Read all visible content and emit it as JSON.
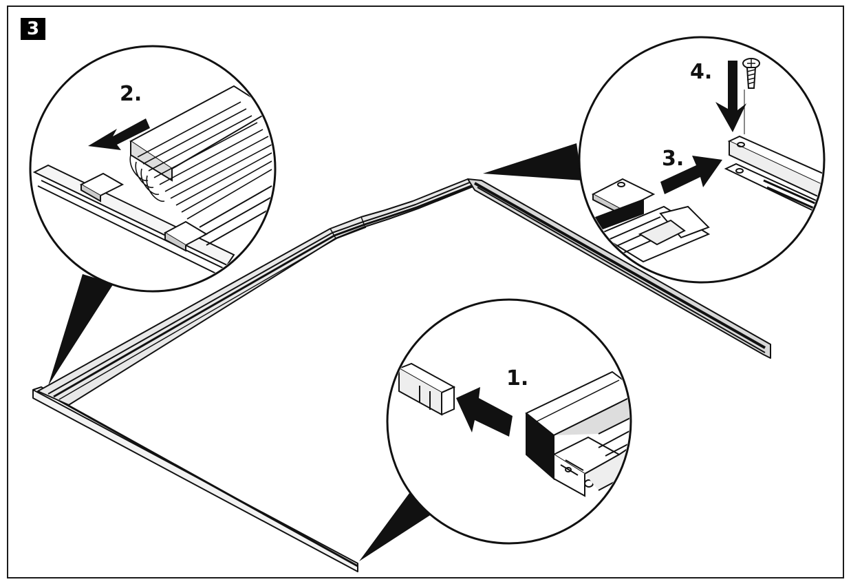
{
  "step_number": "3",
  "labels": {
    "step1": "1.",
    "step2": "2.",
    "step3": "3.",
    "step4": "4."
  },
  "icons": {
    "badge": "step-number-badge",
    "arrow": "direction-arrow-icon",
    "screw": "screw-icon"
  },
  "colors": {
    "ink": "#111111",
    "paper": "#ffffff"
  }
}
